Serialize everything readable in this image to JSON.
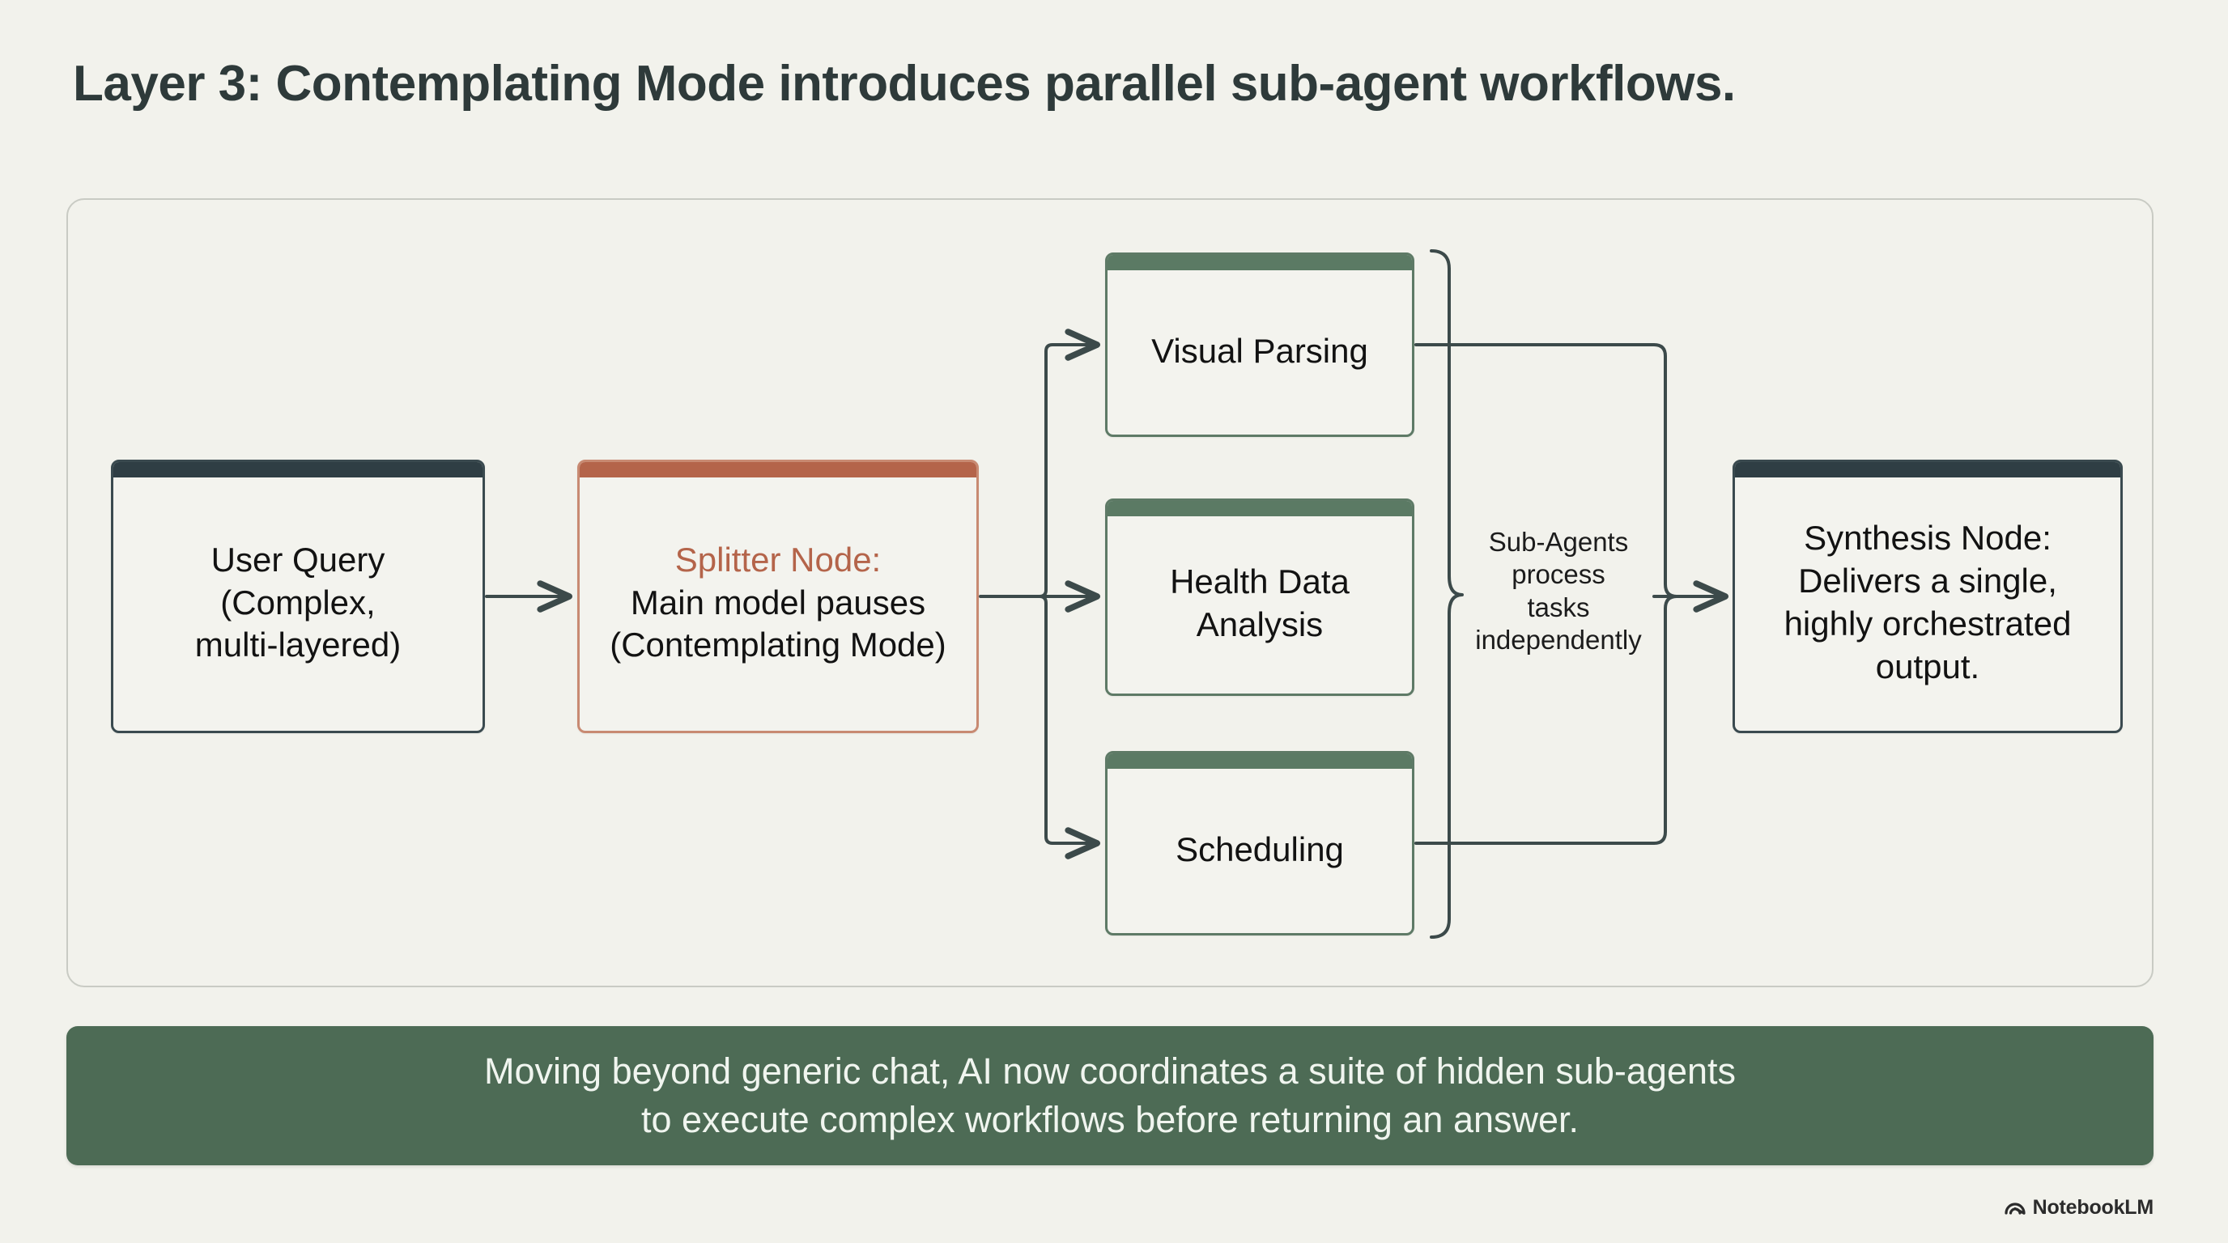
{
  "slide": {
    "title": "Layer 3: Contemplating Mode introduces parallel sub-agent workflows."
  },
  "diagram": {
    "nodes": {
      "user_query": {
        "line1": "User Query",
        "line2": "(Complex,",
        "line3": "multi-layered)",
        "accent": "#2f3e44"
      },
      "splitter": {
        "lead": "Splitter Node:",
        "line2": "Main model pauses",
        "line3": "(Contemplating Mode)",
        "accent": "#b4644a"
      },
      "visual_parsing": {
        "label": "Visual Parsing",
        "accent": "#5b7a64"
      },
      "health_data": {
        "line1": "Health Data",
        "line2": "Analysis",
        "accent": "#5b7a64"
      },
      "scheduling": {
        "label": "Scheduling",
        "accent": "#5b7a64"
      },
      "synthesis": {
        "line1": "Synthesis Node:",
        "line2": "Delivers a single,",
        "line3": "highly orchestrated",
        "line4": "output.",
        "accent": "#2f3e44"
      }
    },
    "annotation": {
      "line1": "Sub-Agents",
      "line2": "process",
      "line3": "tasks",
      "line4": "independently"
    }
  },
  "footer": {
    "line1": "Moving beyond generic chat, AI now coordinates a suite of hidden sub-agents",
    "line2": "to execute complex workflows before returning an answer.",
    "background": "#4d6b55"
  },
  "watermark": {
    "label": "NotebookLM"
  },
  "colors": {
    "page_background": "#f2f2ec",
    "node_fill": "#f3f3ee",
    "connector": "#3c4a4a",
    "frame_border": "#c9cbc4"
  }
}
